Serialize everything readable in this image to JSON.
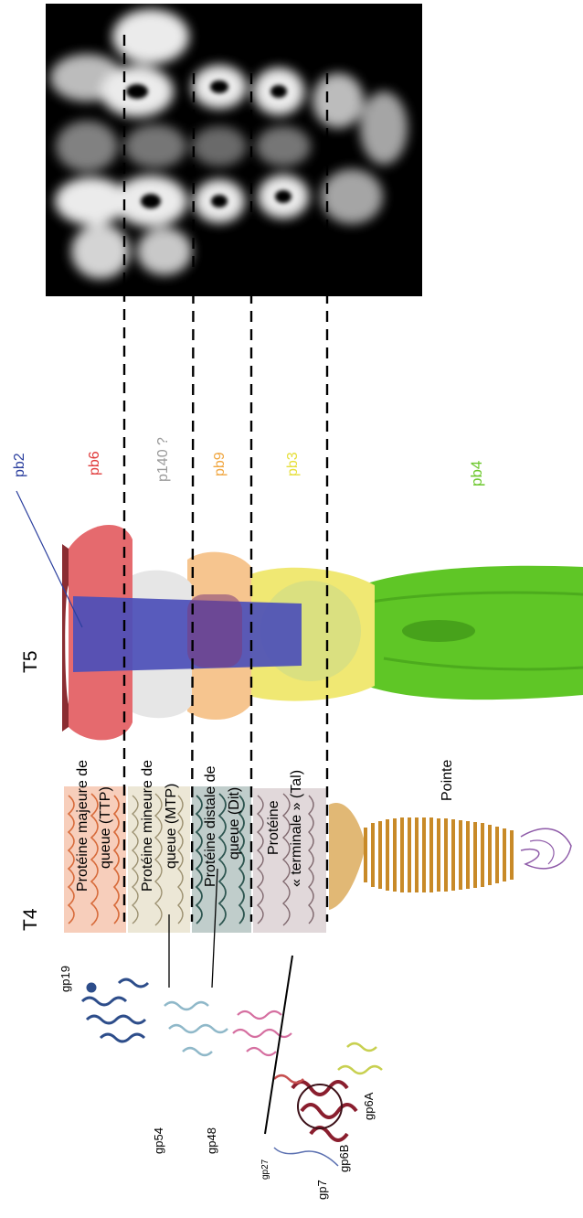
{
  "headers": {
    "t4": "T4",
    "t5": "T5"
  },
  "t5_labels": {
    "pb2": {
      "text": "pb2",
      "color": "#2b3f9e"
    },
    "pb6": {
      "text": "pb6",
      "color": "#e03c3c"
    },
    "p140": {
      "text": "p140 ?",
      "color": "#9a9a9a"
    },
    "pb9": {
      "text": "pb9",
      "color": "#f0a640"
    },
    "pb3": {
      "text": "pb3",
      "color": "#e6df3a"
    },
    "pb4": {
      "text": "pb4",
      "color": "#6cc72c"
    }
  },
  "proteins": [
    {
      "line1": "Protéine majeure de",
      "line2": "queue (TTP)"
    },
    {
      "line1": "Protéine mineure de",
      "line2": "queue (MTP)"
    },
    {
      "line1": "Protéine distale de",
      "line2": "queue (Dit)"
    },
    {
      "line1": "Protéine",
      "line2": "« terminale » (Tal)"
    }
  ],
  "tip_label": "Pointe",
  "gene_labels": {
    "gp19": "gp19",
    "gp54": "gp54",
    "gp48": "gp48",
    "gp27": "gp27",
    "gp7": "gp7",
    "gp6B": "gp6B",
    "gp6A": "gp6A"
  },
  "colors": {
    "ttp_t4": "#e8743b",
    "mtp_t4": "#c9b98a",
    "dit_t4": "#2f5a52",
    "tal_t4": "#9a7f86",
    "spike_t4": "#d49a3a",
    "em_background": "#000000"
  }
}
